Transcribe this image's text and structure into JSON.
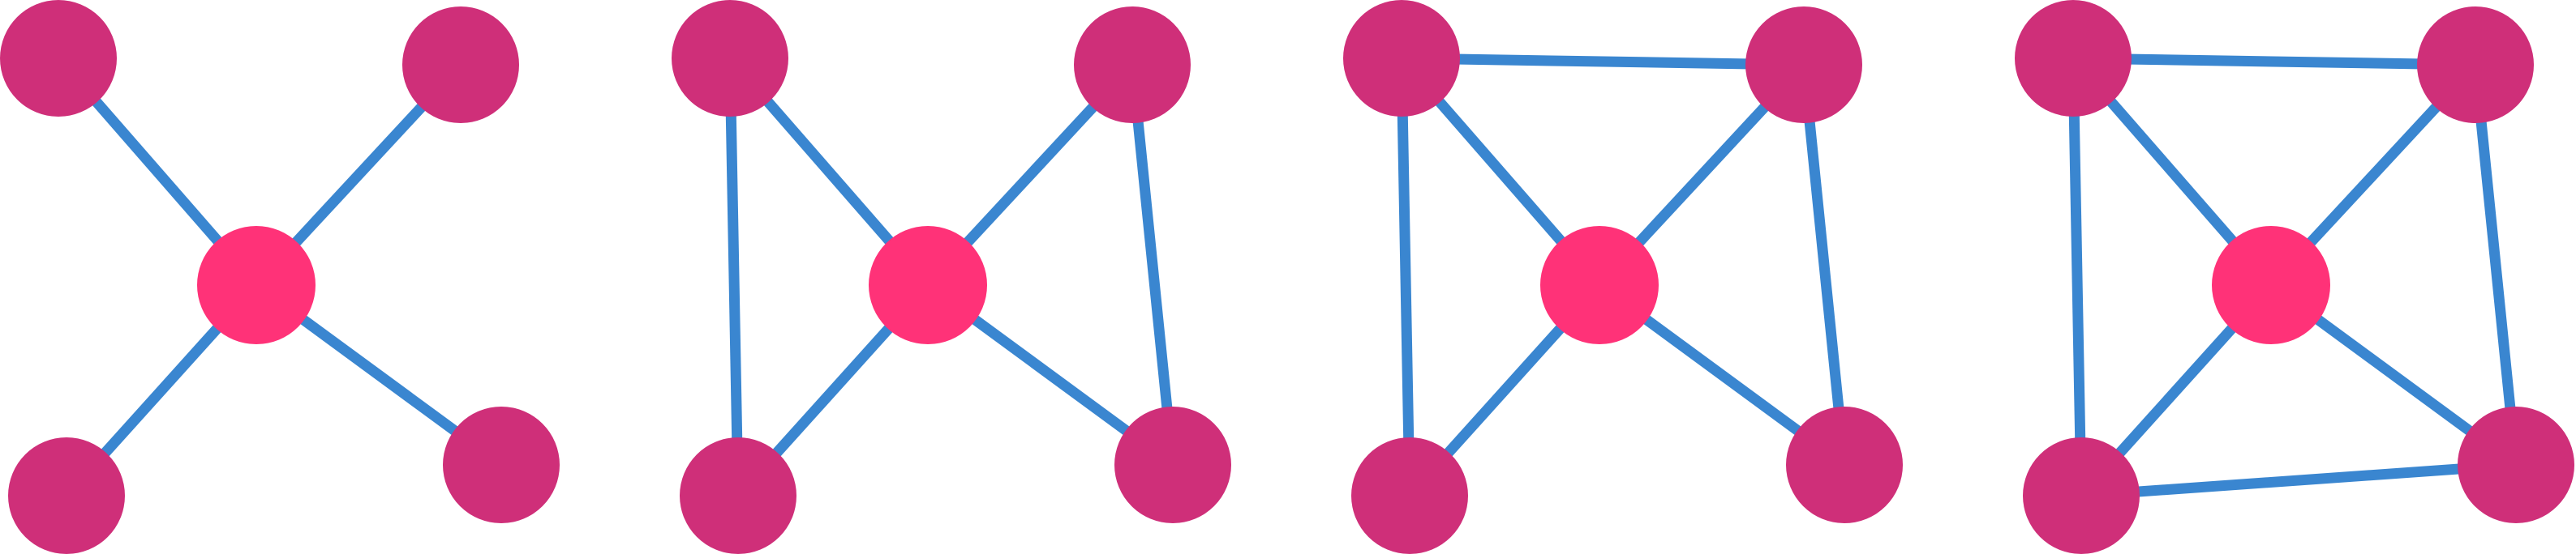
{
  "colors": {
    "edge": "#3a86d0",
    "node": "#cf2f79",
    "hub": "#ff3278",
    "background": "#ffffff"
  },
  "graphs": [
    {
      "nodes": [
        "top-left",
        "top-right",
        "hub",
        "bottom-left",
        "bottom-right"
      ],
      "edges": [
        [
          "top-left",
          "hub"
        ],
        [
          "top-right",
          "hub"
        ],
        [
          "bottom-left",
          "hub"
        ],
        [
          "bottom-right",
          "hub"
        ]
      ]
    },
    {
      "nodes": [
        "top-left",
        "top-right",
        "hub",
        "bottom-left",
        "bottom-right"
      ],
      "edges": [
        [
          "top-left",
          "hub"
        ],
        [
          "top-right",
          "hub"
        ],
        [
          "bottom-left",
          "hub"
        ],
        [
          "bottom-right",
          "hub"
        ],
        [
          "top-left",
          "bottom-left"
        ],
        [
          "top-right",
          "bottom-right"
        ]
      ]
    },
    {
      "nodes": [
        "top-left",
        "top-right",
        "hub",
        "bottom-left",
        "bottom-right"
      ],
      "edges": [
        [
          "top-left",
          "hub"
        ],
        [
          "top-right",
          "hub"
        ],
        [
          "bottom-left",
          "hub"
        ],
        [
          "bottom-right",
          "hub"
        ],
        [
          "top-left",
          "bottom-left"
        ],
        [
          "top-right",
          "bottom-right"
        ],
        [
          "top-left",
          "top-right"
        ]
      ]
    },
    {
      "nodes": [
        "top-left",
        "top-right",
        "hub",
        "bottom-left",
        "bottom-right"
      ],
      "edges": [
        [
          "top-left",
          "hub"
        ],
        [
          "top-right",
          "hub"
        ],
        [
          "bottom-left",
          "hub"
        ],
        [
          "bottom-right",
          "hub"
        ],
        [
          "top-left",
          "bottom-left"
        ],
        [
          "top-right",
          "bottom-right"
        ],
        [
          "top-left",
          "top-right"
        ],
        [
          "bottom-left",
          "bottom-right"
        ]
      ]
    }
  ]
}
